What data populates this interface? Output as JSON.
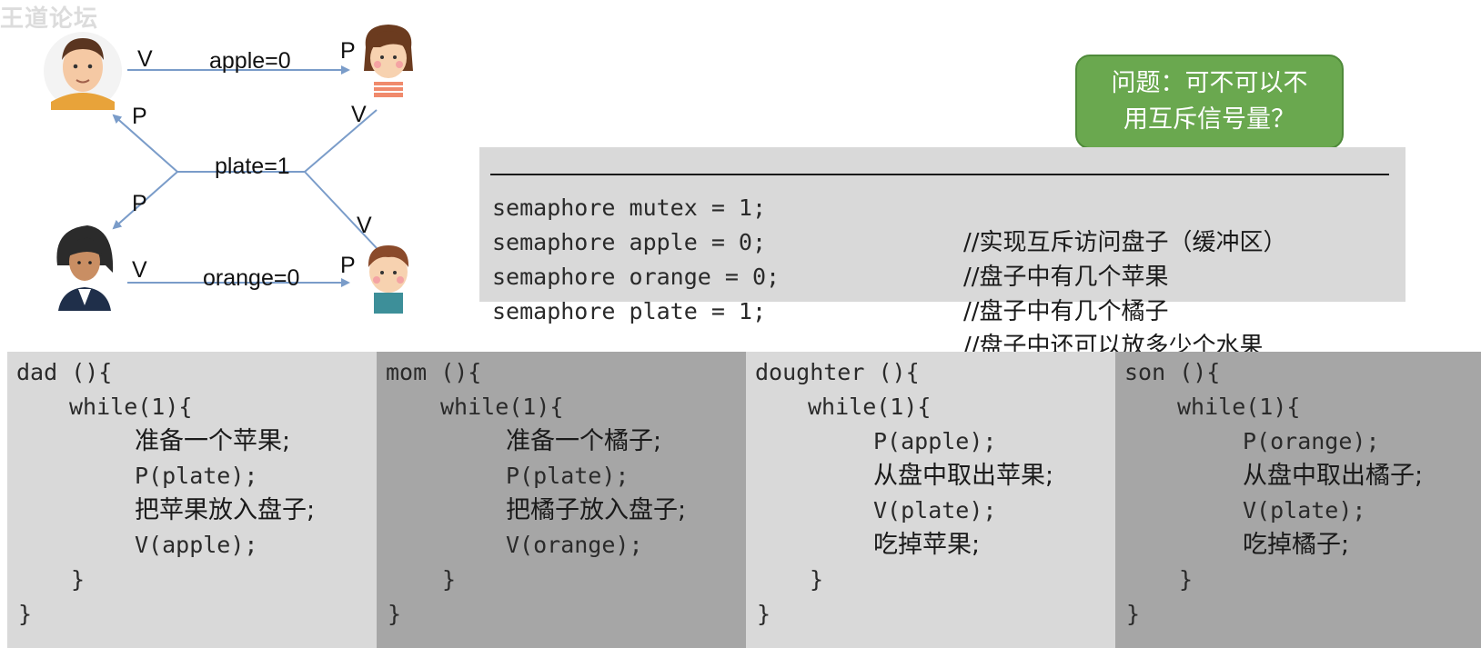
{
  "watermark": "王道论坛",
  "diagram": {
    "apple_label": "apple=0",
    "orange_label": "orange=0",
    "plate_label": "plate=1",
    "ops": {
      "v": "V",
      "p": "P"
    }
  },
  "callout": {
    "line1": "问题：可不可以不",
    "line2": "用互斥信号量？"
  },
  "semaphores": [
    {
      "code": "semaphore mutex = 1;",
      "comment": "//实现互斥访问盘子（缓冲区）"
    },
    {
      "code": "semaphore apple = 0;",
      "comment": "//盘子中有几个苹果"
    },
    {
      "code": "semaphore orange = 0;",
      "comment": "//盘子中有几个橘子"
    },
    {
      "code": "semaphore plate = 1;",
      "comment": "//盘子中还可以放多少个水果"
    }
  ],
  "processes": [
    {
      "header": "dad (){",
      "loop": "while(1){",
      "body": [
        "准备一个苹果;",
        "P(plate);",
        "把苹果放入盘子;",
        "V(apple);"
      ],
      "close_inner": "}",
      "close_outer": "}"
    },
    {
      "header": "mom (){",
      "loop": "while(1){",
      "body": [
        "准备一个橘子;",
        "P(plate);",
        "把橘子放入盘子;",
        "V(orange);"
      ],
      "close_inner": "}",
      "close_outer": "}"
    },
    {
      "header": "doughter (){",
      "loop": "while(1){",
      "body": [
        "P(apple);",
        "从盘中取出苹果;",
        "V(plate);",
        "吃掉苹果;"
      ],
      "close_inner": "}",
      "close_outer": "}"
    },
    {
      "header": "son (){",
      "loop": "while(1){",
      "body": [
        "P(orange);",
        "从盘中取出橘子;",
        "V(plate);",
        "吃掉橘子;"
      ],
      "close_inner": "}",
      "close_outer": "}"
    }
  ],
  "colors": {
    "arrow": "#7a9cc9",
    "callout": "#6aa84f",
    "panel_light": "#d9d9d9",
    "panel_dark": "#a6a6a6"
  }
}
